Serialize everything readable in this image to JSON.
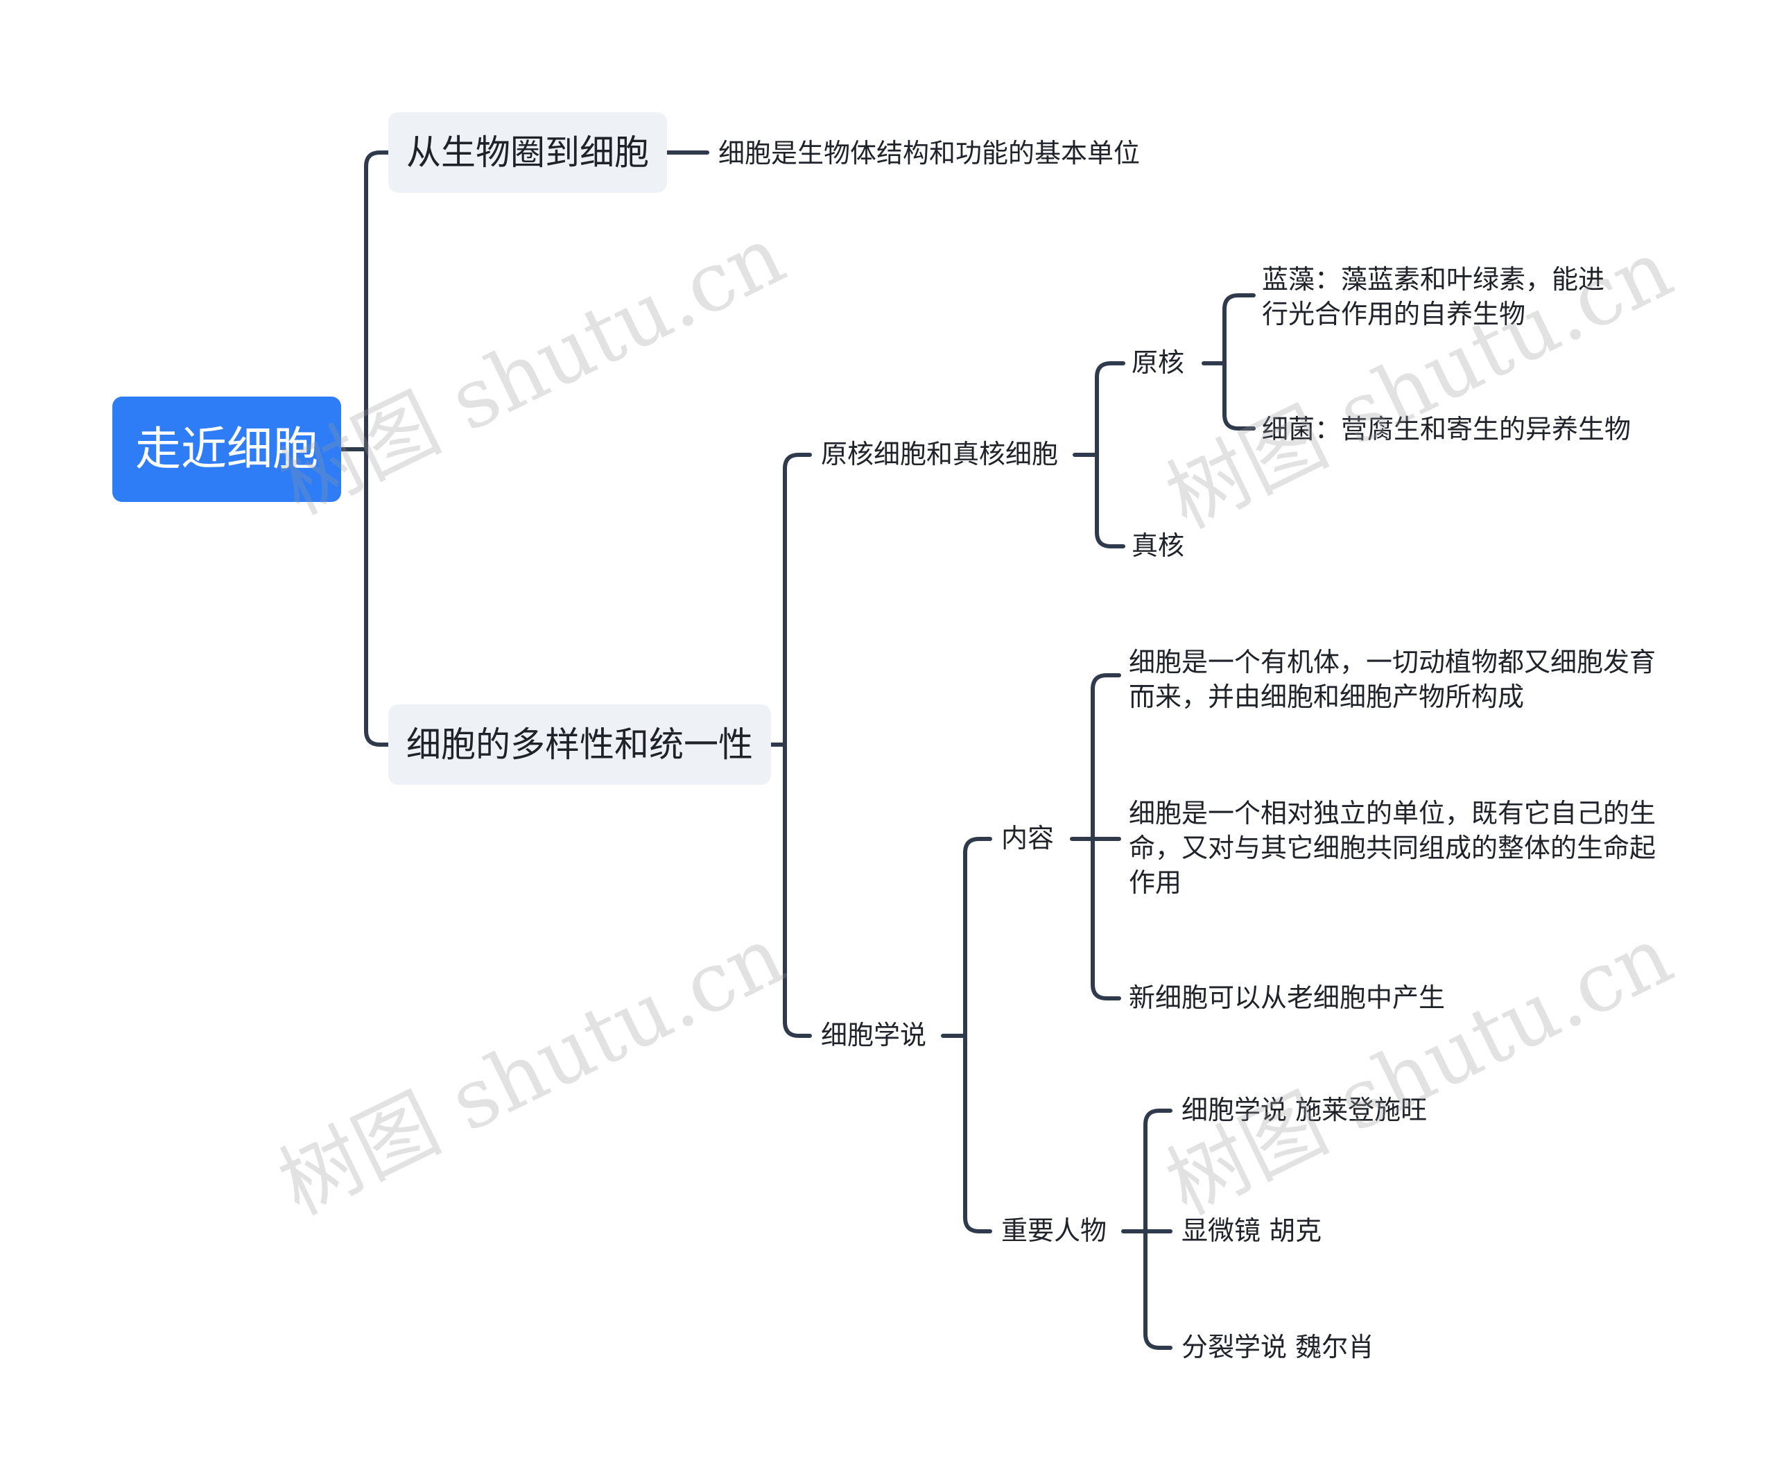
{
  "root": {
    "label": "走近细胞"
  },
  "branch1": {
    "label": "从生物圈到细胞",
    "child": "细胞是生物体结构和功能的基本单位"
  },
  "branch2": {
    "label": "细胞的多样性和统一性",
    "prokaryote_eukaryote": {
      "label": "原核细胞和真核细胞",
      "prokaryote": {
        "label": "原核",
        "children": [
          "蓝藻：藻蓝素和叶绿素，能进行光合作用的自养生物",
          "细菌：营腐生和寄生的异养生物"
        ]
      },
      "eukaryote": {
        "label": "真核"
      }
    },
    "cell_theory": {
      "label": "细胞学说",
      "content": {
        "label": "内容",
        "children": [
          "细胞是一个有机体，一切动植物都又细胞发育而来，并由细胞和细胞产物所构成",
          "细胞是一个相对独立的单位，既有它自己的生命，又对与其它细胞共同组成的整体的生命起作用",
          "新细胞可以从老细胞中产生"
        ]
      },
      "people": {
        "label": "重要人物",
        "children": [
          "细胞学说 施莱登施旺",
          "显微镜 胡克",
          "分裂学说 魏尔肖"
        ]
      }
    }
  },
  "watermark": "树图 shutu.cn",
  "colors": {
    "root_bg": "#2f7df6",
    "branch_bg": "#eef1f5",
    "line": "#2f3b4c",
    "text": "#1f2329"
  }
}
